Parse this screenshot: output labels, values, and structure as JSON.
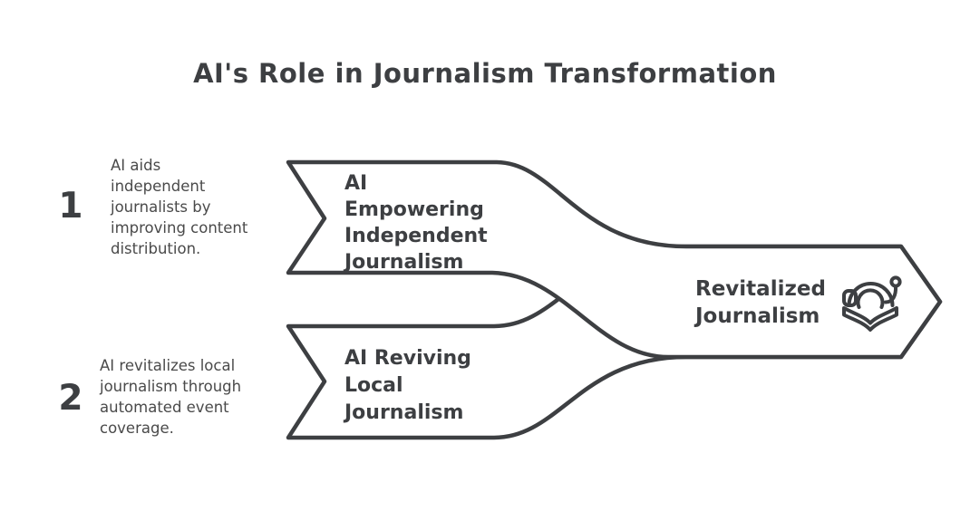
{
  "title": "AI's Role in Journalism Transformation",
  "steps": [
    {
      "number": "1",
      "description": "AI aids\nindependent\njournalists by\nimproving content\ndistribution.",
      "flow_label": "AI\nEmpowering\nIndependent\nJournalism"
    },
    {
      "number": "2",
      "description": "AI revitalizes local\njournalism through\nautomated event\ncoverage.",
      "flow_label": "AI Reviving\nLocal\nJournalism"
    }
  ],
  "result": {
    "label": "Revitalized\nJournalism",
    "icon": "robot-reading-open-book-icon"
  },
  "colors": {
    "ink": "#3d3f42",
    "text": "#4a4a4a",
    "background": "#ffffff"
  }
}
